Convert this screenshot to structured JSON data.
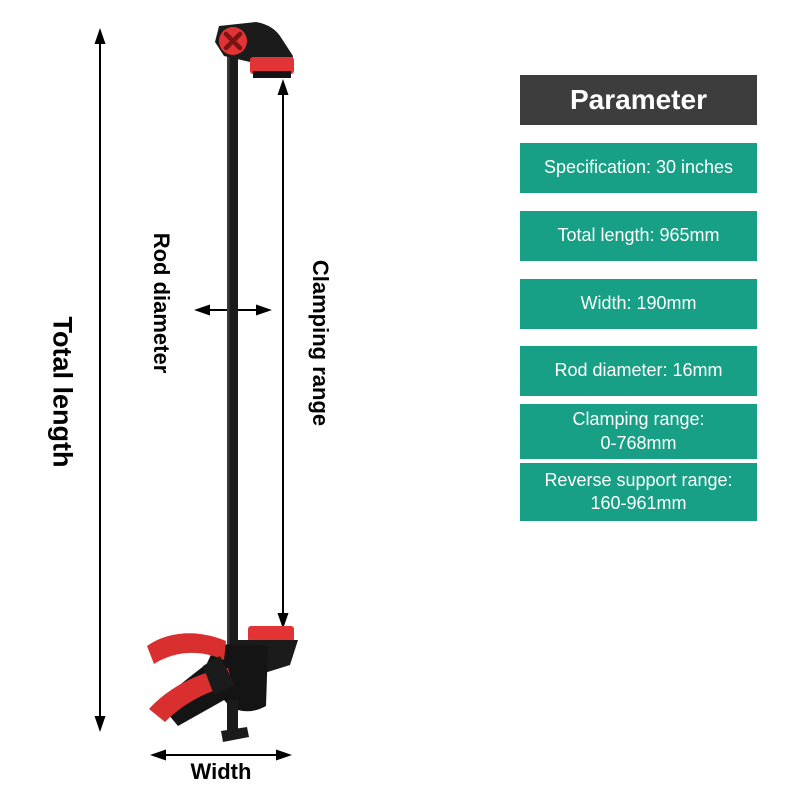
{
  "annotations": {
    "total_length": "Total length",
    "rod_diameter": "Rod diameter",
    "clamping_range": "Clamping range",
    "width": "Width"
  },
  "parameter_panel": {
    "title": "Parameter",
    "rows": [
      "Specification: 30 inches",
      "Total length: 965mm",
      "Width: 190mm",
      "Rod diameter: 16mm",
      "Clamping range:\n0-768mm",
      "Reverse support range:\n160-961mm"
    ]
  },
  "colors": {
    "panel_header_bg": "#3d3d3d",
    "panel_row_bg": "#18a086",
    "panel_text": "#ffffff",
    "clamp_red": "#e23434",
    "clamp_dark": "#1b1b1b",
    "arrow_color": "#000000"
  }
}
